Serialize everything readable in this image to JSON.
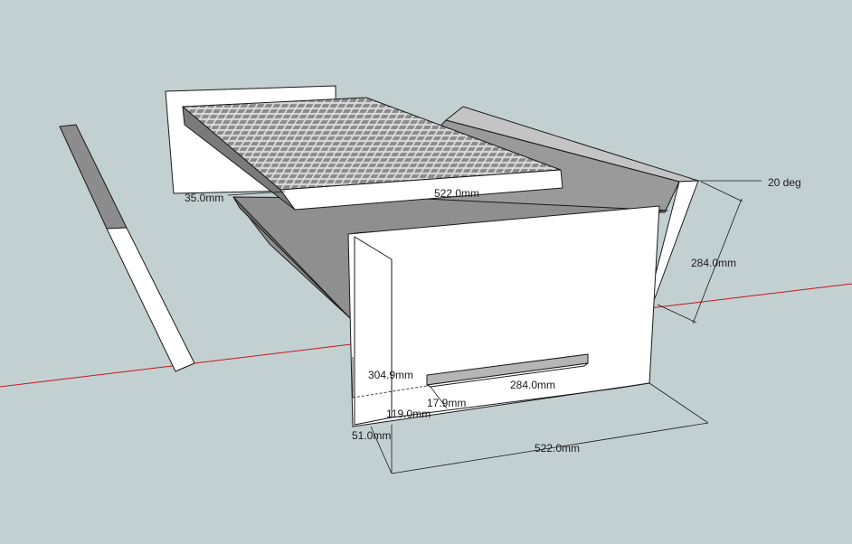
{
  "scene": {
    "background": "#c3d0d1",
    "axis_color": "#c8141e",
    "face_white": "#ffffff",
    "face_shade": "#9a9a9a",
    "face_mid": "#c4c4c4",
    "face_dark": "#6e6e6e"
  },
  "dimensions": {
    "thickness": "35.0mm",
    "top_length": "522.0mm",
    "angle": "20 deg",
    "side_height": "284.0mm",
    "front_height": "304.9mm",
    "slot_length": "284.0mm",
    "slot_width": "17.9mm",
    "slot_offset": "119.0mm",
    "base_offset": "51.0mm",
    "base_length": "522.0mm"
  }
}
